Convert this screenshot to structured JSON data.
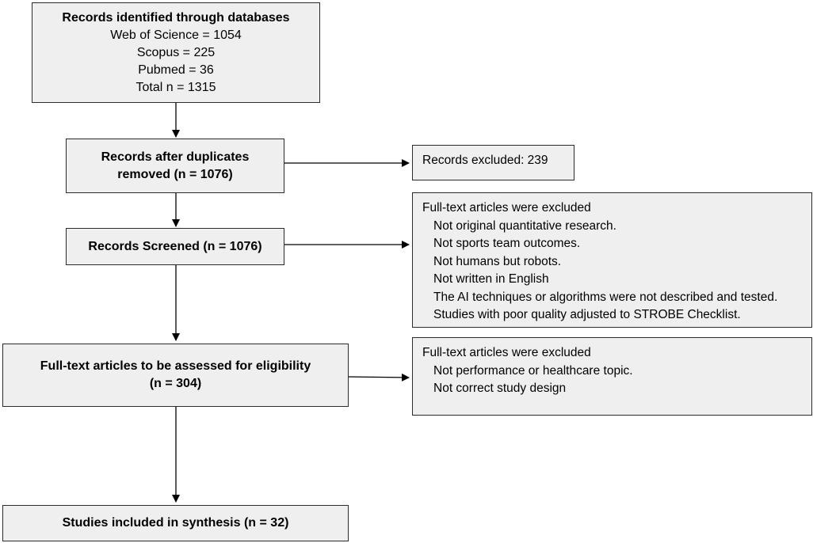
{
  "boxes": {
    "identified": {
      "title": "Records identified through databases",
      "lines": [
        "Web of Science = 1054",
        "Scopus = 225",
        "Pubmed = 36",
        "Total n = 1315"
      ]
    },
    "duplicates": {
      "line1": "Records after duplicates",
      "line2": "removed (n = 1076)"
    },
    "screened": {
      "text": "Records Screened (n = 1076)"
    },
    "fulltext": {
      "line1": "Full-text articles to be assessed for eligibility",
      "line2": "(n = 304)"
    },
    "included": {
      "text": "Studies included in synthesis (n = 32)"
    }
  },
  "exclusions": {
    "first": {
      "text": "Records excluded: 239"
    },
    "second": {
      "header": "Full-text articles were excluded",
      "items": [
        "Not original quantitative research.",
        "Not sports team outcomes.",
        "Not humans but robots.",
        "Not written in English",
        "The AI techniques or algorithms were not described and tested.",
        "Studies with poor quality adjusted to STROBE Checklist."
      ]
    },
    "third": {
      "header": "Full-text articles were excluded",
      "items": [
        "Not performance or healthcare topic.",
        "Not correct study design"
      ]
    }
  },
  "colors": {
    "box_fill": "#efefef",
    "border": "#2b2b2b",
    "arrow": "#000000"
  }
}
